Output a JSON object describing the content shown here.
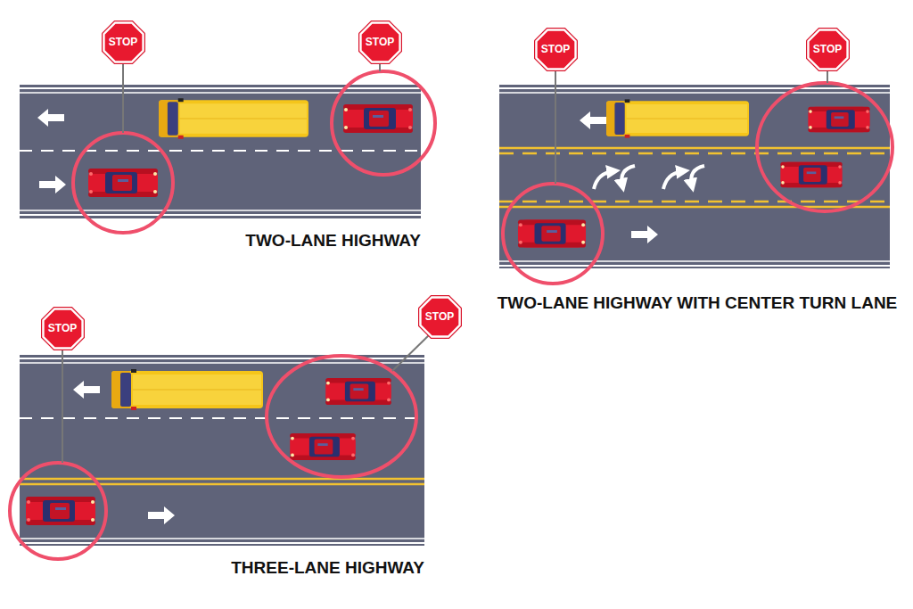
{
  "diagram": {
    "nodes": [
      {
        "text": [
          "STOP"
        ]
      },
      {
        "text": [
          "STOP"
        ]
      },
      {
        "text": [
          "STOP"
        ]
      },
      {
        "text": [
          "STOP"
        ]
      },
      {
        "text": [
          "STOP"
        ]
      },
      {
        "text": [
          "STOP"
        ]
      }
    ],
    "labels": [
      "TWO-LANE HIGHWAY",
      "TWO-LANE HIGHWAY WITH CENTER TURN LANE",
      "THREE-LANE HIGHWAY"
    ]
  }
}
